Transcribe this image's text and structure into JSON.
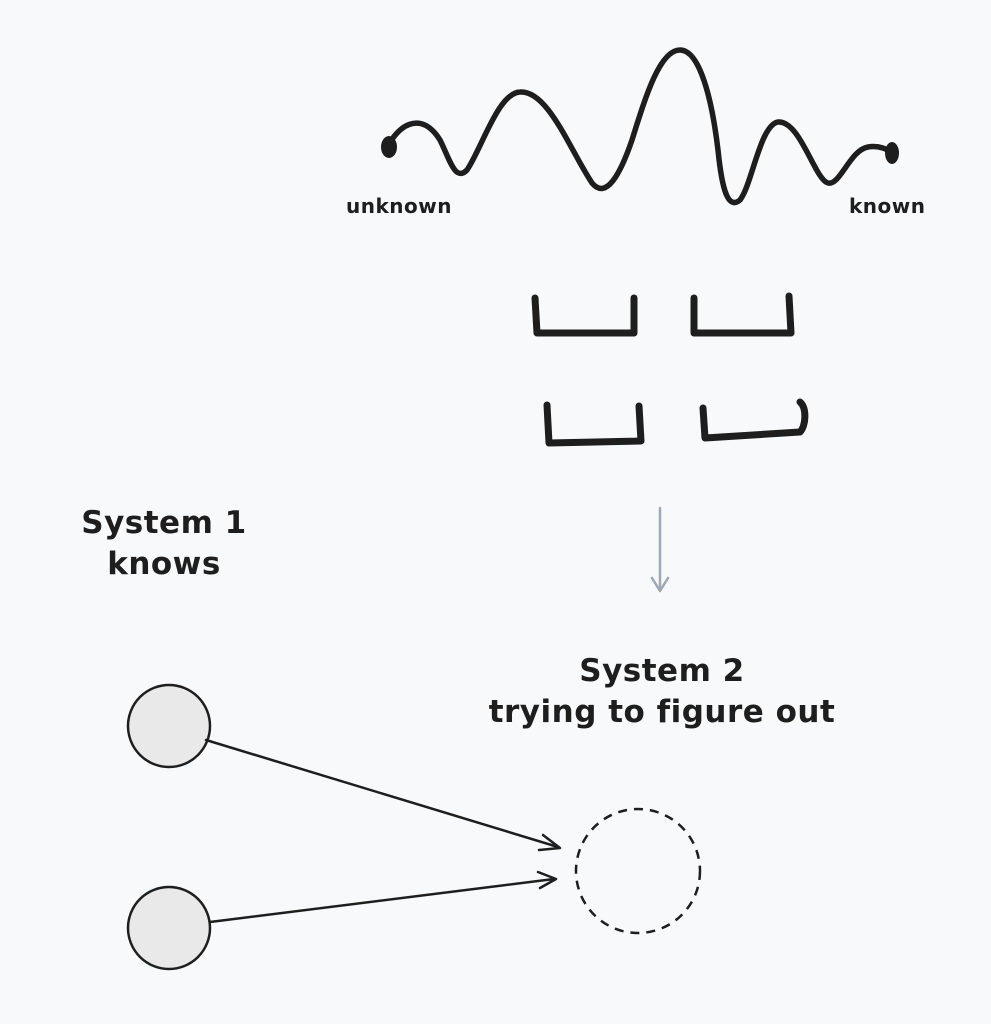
{
  "wave": {
    "start_label": "unknown",
    "end_label": "known"
  },
  "system1": {
    "title": "System 1",
    "subtitle": "knows"
  },
  "system2": {
    "title": "System 2",
    "subtitle": "trying to figure out"
  },
  "colors": {
    "background": "#f8f9fa",
    "stroke": "#1e1e1e",
    "node_fill": "#e9e9e9",
    "arrow_gray": "#a0a8b4"
  }
}
